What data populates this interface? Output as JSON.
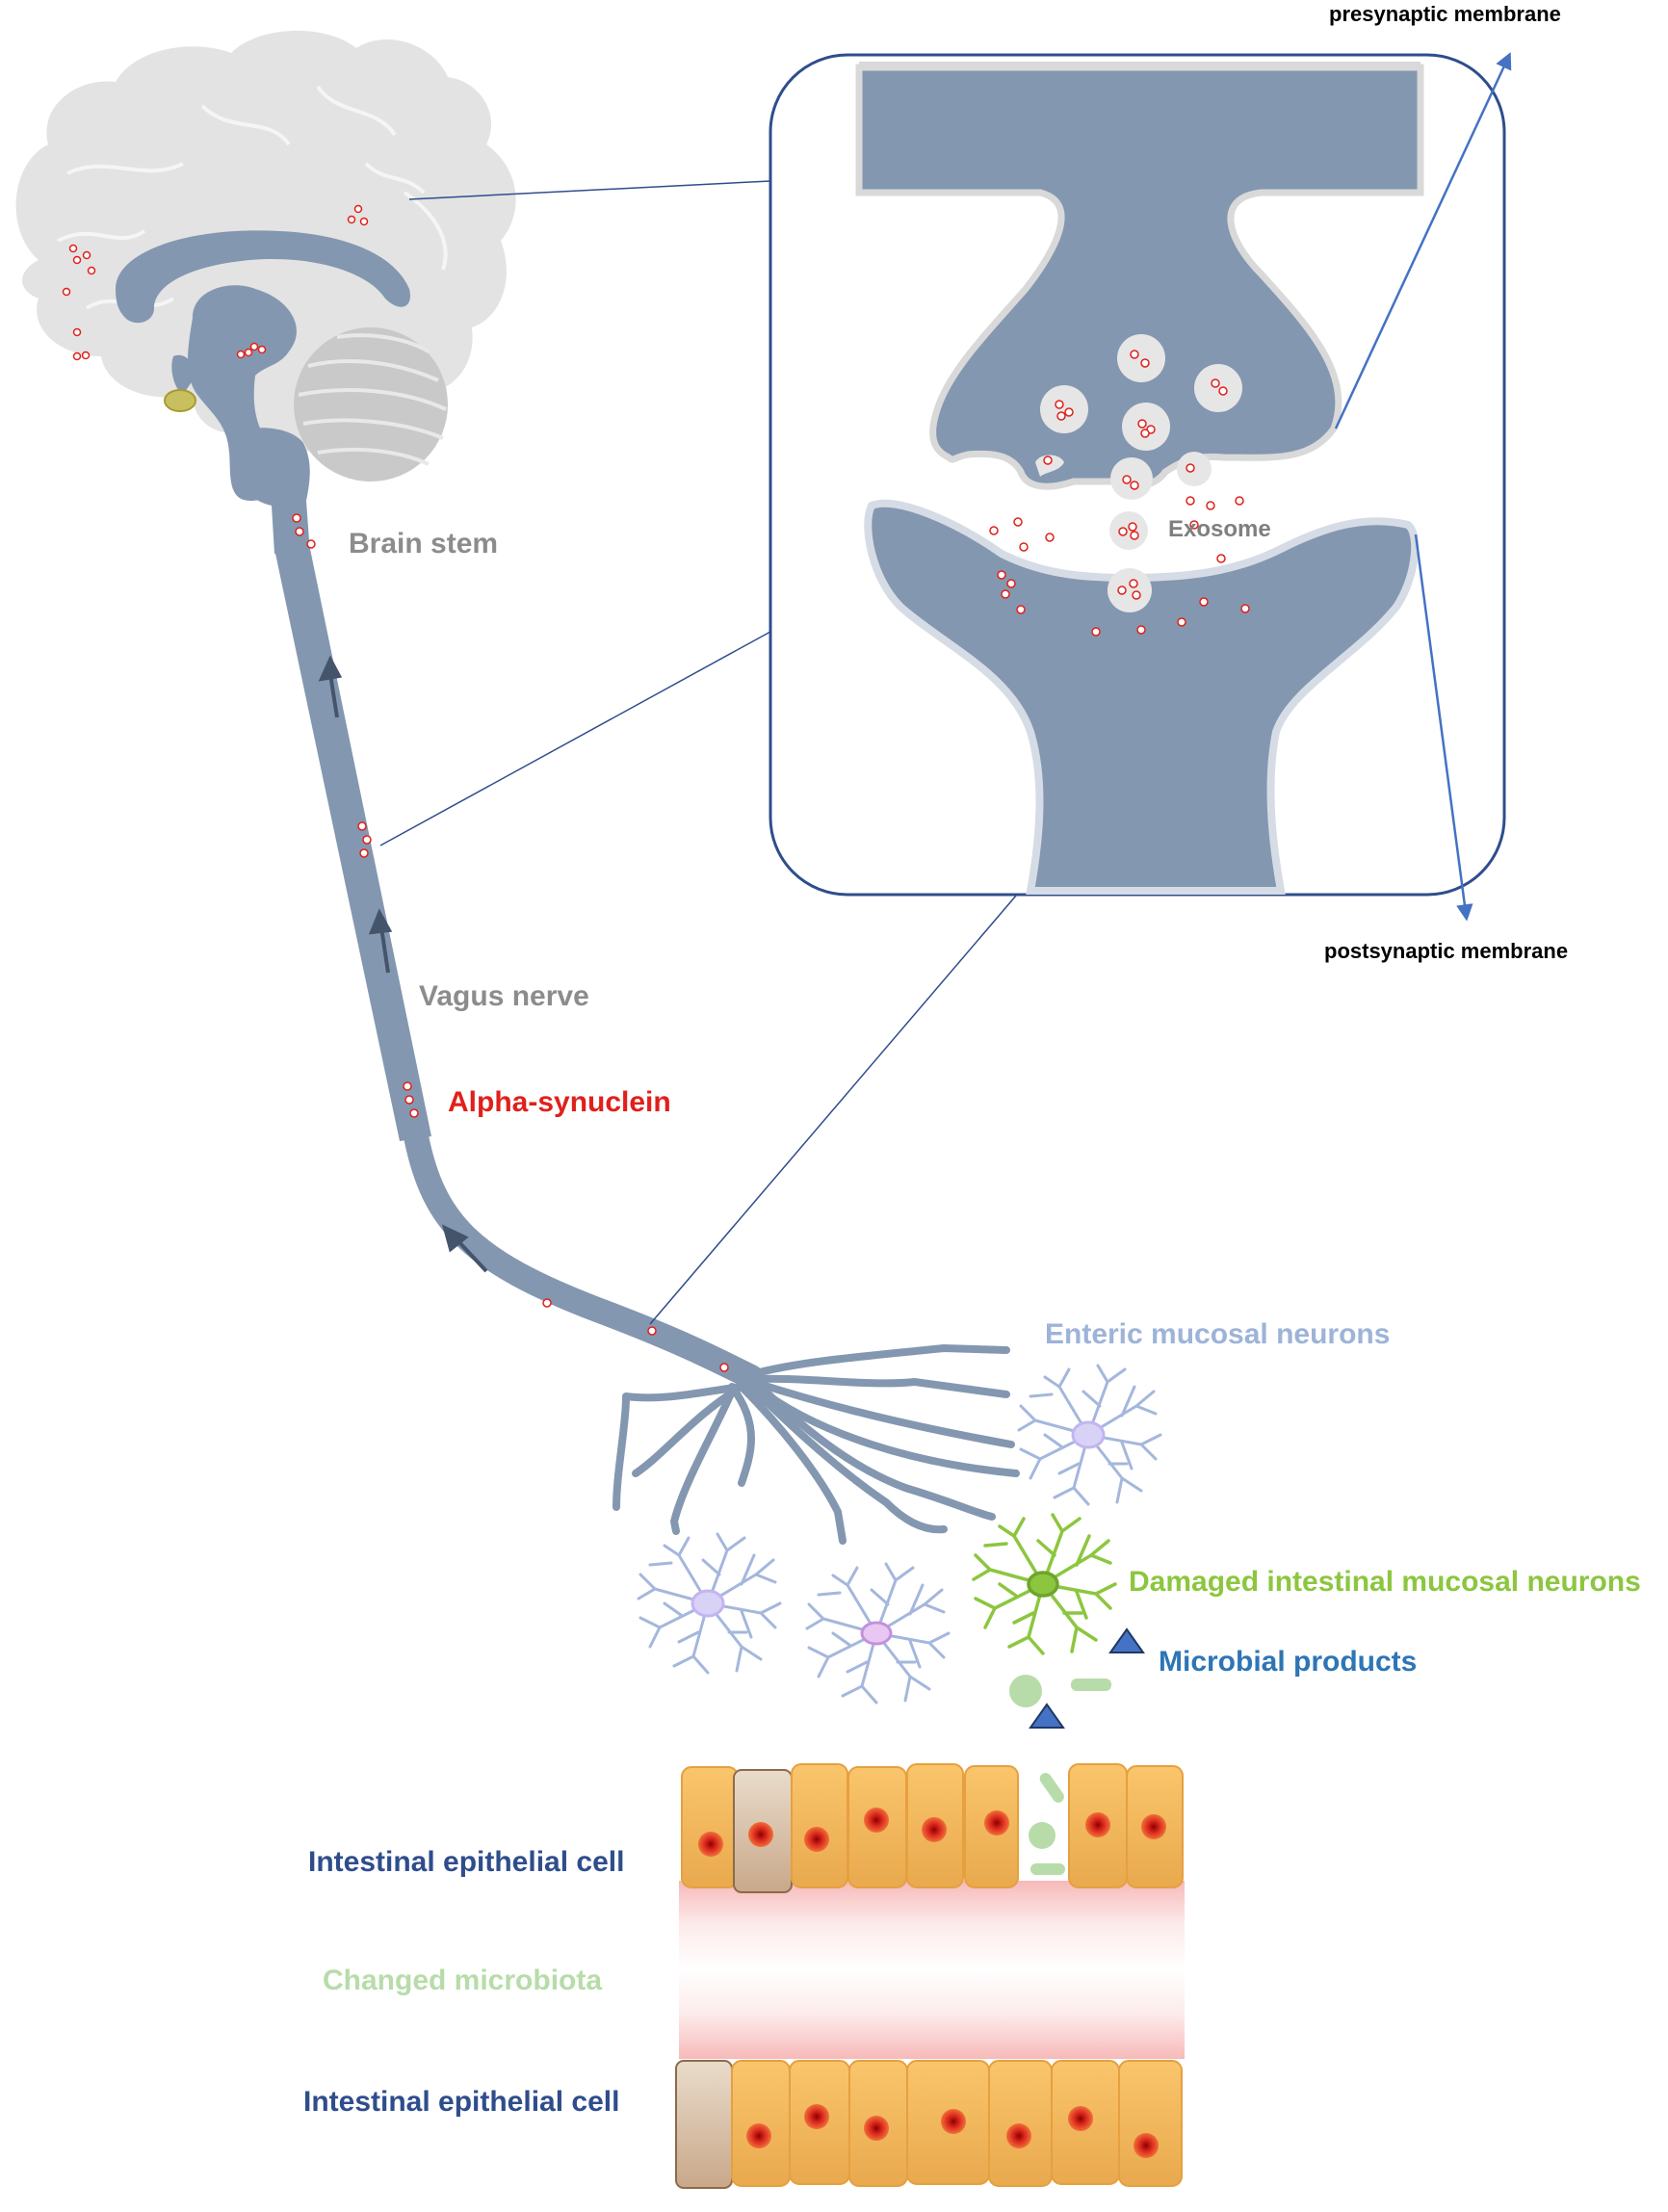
{
  "labels": {
    "presynaptic": "presynaptic membrane",
    "postsynaptic": "postsynaptic membrane",
    "exosome": "Exosome",
    "brain_stem": "Brain stem",
    "vagus_nerve": "Vagus nerve",
    "alpha_synuclein": "Alpha-synuclein",
    "enteric_neurons": "Enteric mucosal neurons",
    "damaged_neurons": "Damaged intestinal mucosal neurons",
    "microbial_products": "Microbial products",
    "epithelial_top": "Intestinal epithelial cell",
    "changed_microbiota": "Changed microbiota",
    "epithelial_bottom": "Intestinal epithelial cell"
  },
  "colors": {
    "neuron_blue": "#8497B0",
    "brain_gray": "#E4E4E4",
    "frame_navy": "#2F4D8C",
    "synuclein_red": "#E0201B",
    "enteric_label": "#9DB3D8",
    "damaged_green": "#8CC63F",
    "microbe_green": "#B7DCA9",
    "microbial_blue": "#2E75B6",
    "epithelial_label": "#2F4D8C",
    "cell_orange": "#F9C46B",
    "nucleus": "#E94B25",
    "lumen_pink": "#F9D3D3"
  },
  "icons": {
    "brain": "brain-icon",
    "synapse": "synapse-icon",
    "neuron": "neuron-icon",
    "intestine": "intestine-icon"
  }
}
